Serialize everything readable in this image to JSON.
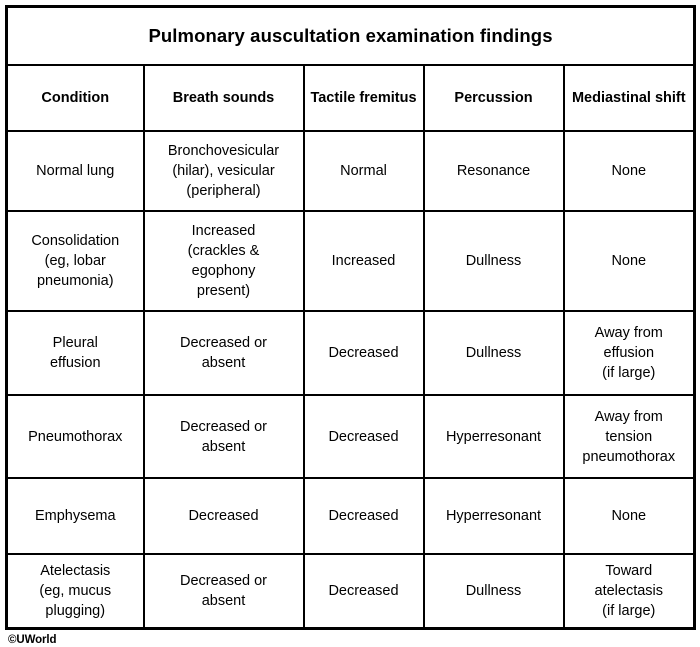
{
  "title": "Pulmonary auscultation examination findings",
  "columns": [
    {
      "id": "condition",
      "label": "Condition"
    },
    {
      "id": "breath",
      "label": "Breath sounds"
    },
    {
      "id": "fremitus",
      "label": "Tactile fremitus"
    },
    {
      "id": "percussion",
      "label": "Percussion"
    },
    {
      "id": "mediastinal",
      "label": "Mediastinal shift"
    }
  ],
  "rows": [
    {
      "condition": {
        "lines": [
          "Normal lung"
        ]
      },
      "breath": {
        "lines": [
          "Bronchovesicular",
          "(hilar), vesicular",
          "(peripheral)"
        ]
      },
      "fremitus": {
        "lines": [
          "Normal"
        ]
      },
      "percussion": {
        "lines": [
          "Resonance"
        ]
      },
      "mediastinal": {
        "lines": [
          "None"
        ]
      }
    },
    {
      "condition": {
        "lines": [
          "Consolidation",
          "(eg, lobar",
          "pneumonia)"
        ]
      },
      "breath": {
        "lines": [
          "Increased",
          "(crackles &",
          "egophony",
          "present)"
        ]
      },
      "fremitus": {
        "lines": [
          "Increased"
        ]
      },
      "percussion": {
        "lines": [
          "Dullness"
        ]
      },
      "mediastinal": {
        "lines": [
          "None"
        ]
      }
    },
    {
      "condition": {
        "lines": [
          "Pleural",
          "effusion"
        ]
      },
      "breath": {
        "lines": [
          "Decreased or",
          "absent"
        ]
      },
      "fremitus": {
        "lines": [
          "Decreased"
        ]
      },
      "percussion": {
        "lines": [
          "Dullness"
        ]
      },
      "mediastinal": {
        "lines": [
          "Away from",
          "effusion",
          "(if large)"
        ]
      }
    },
    {
      "condition": {
        "lines": [
          "Pneumothorax"
        ]
      },
      "breath": {
        "lines": [
          "Decreased or",
          "absent"
        ]
      },
      "fremitus": {
        "lines": [
          "Decreased"
        ]
      },
      "percussion": {
        "lines": [
          "Hyperresonant"
        ]
      },
      "mediastinal": {
        "lines": [
          "Away from",
          "tension",
          "pneumothorax"
        ]
      }
    },
    {
      "condition": {
        "lines": [
          "Emphysema"
        ]
      },
      "breath": {
        "lines": [
          "Decreased"
        ]
      },
      "fremitus": {
        "lines": [
          "Decreased"
        ]
      },
      "percussion": {
        "lines": [
          "Hyperresonant"
        ]
      },
      "mediastinal": {
        "lines": [
          "None"
        ]
      }
    },
    {
      "condition": {
        "lines": [
          "Atelectasis",
          "(eg, mucus",
          "plugging)"
        ]
      },
      "breath": {
        "lines": [
          "Decreased or",
          "absent"
        ]
      },
      "fremitus": {
        "lines": [
          "Decreased"
        ]
      },
      "percussion": {
        "lines": [
          "Dullness"
        ]
      },
      "mediastinal": {
        "lines": [
          "Toward",
          "atelectasis",
          "(if large)"
        ]
      }
    }
  ],
  "attribution": "©UWorld",
  "colors": {
    "border": "#000000",
    "background": "#ffffff",
    "text": "#000000"
  }
}
